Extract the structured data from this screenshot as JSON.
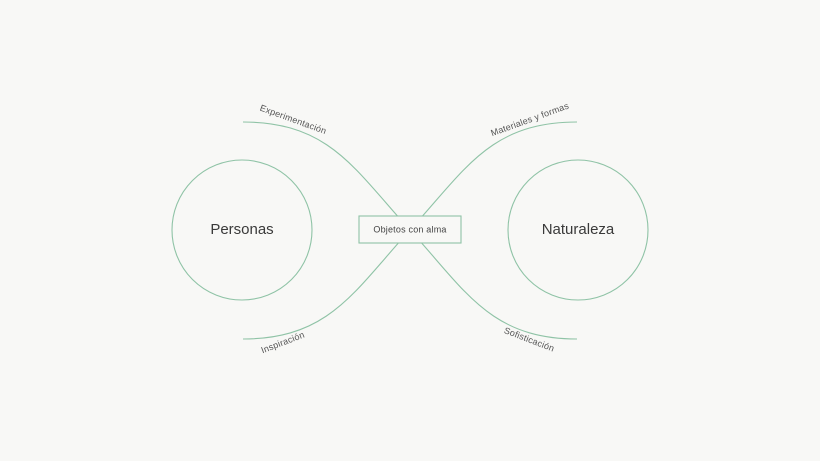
{
  "diagram": {
    "accent_color": "#8fc3a6",
    "text_color": "#3a3a3a",
    "background": "#f8f8f6",
    "left_node": "Personas",
    "right_node": "Naturaleza",
    "center_node": "Objetos con alma",
    "labels": {
      "top_left": "Experimentación",
      "top_right": "Materiales y formas",
      "bottom_left": "Inspiración",
      "bottom_right": "Sofisticación"
    }
  }
}
